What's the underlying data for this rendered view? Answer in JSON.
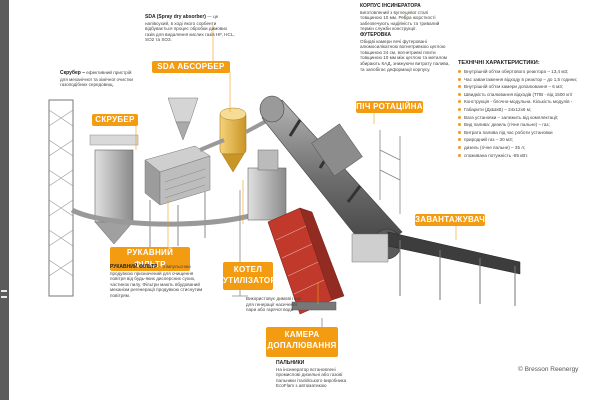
{
  "labels": {
    "scrubber": "СКРУБЕР",
    "sda": "SDA АБСОРБЕР",
    "rotary_kiln": "ПІЧ РОТАЦІЙНА",
    "bag_filter": "РУКАВНИЙ ФІЛЬТР",
    "boiler_line1": "КОТЕЛ",
    "boiler_line2": "УТИЛІЗАТОР",
    "loader": "ЗАВАНТАЖУВАЧ",
    "chamber_line1": "КАМЕРА",
    "chamber_line2": "ДОПАЛЮВАННЯ"
  },
  "notes": {
    "sda_title": "SDA (Spray dry absorber)",
    "sda_body": "— це напівсухий, в ході якого сорбенти відбувається процес обробки димових газів для видалення кислих газів HF, HCL, SO2 та SO3.",
    "scrubber_title": "Скрубер –",
    "scrubber_body": "ефективний пристрій для механічної та хімічної очистки газоподібних середовищ.",
    "shell_title": "КОРПУС ІНСИНЕРАТОРА",
    "shell_body": "виготовлений з вуглецевої сталі товщиною 10 мм. Ребра жорсткості забезпечують надійність та тривалий термін служби конструкції.",
    "lining_title": "ФУТЕРОВКА",
    "lining_body": "Обидві камери печі футеровані алюмосилікатною вогнетривкою цеглою товщиною 24 см, вогнетривкі плити товщиною 10 мм між цеглою та металом збирають КАД, знижуючи витрату палива, та запобігає деформації корпусу.",
    "bag_title": "РУКАВНИЙ ФІЛЬТР",
    "bag_body": "– з імпульсною продувкою призначений для очищення повітря від будь-яких дисперсних сухих, частинок пилу. Фільтри мають вбудований механізм регенерації продувкою стиснутим повітрям.",
    "boiler_body": "Використовує димові гази для генерації насиченої пари або гарячої води",
    "burners_title": "ПАЛЬНИКИ",
    "burners_body": "На інсинератор встановлені промислові дизельні або газові пальники італійського виробника EcoFlam з автоматикою"
  },
  "specs": {
    "title": "ТЕХНІЧНІ ХАРАКТЕРИСТИКИ:",
    "items": [
      "Внутрішній об'єм обертового реактора – 13,4 м3;",
      "Час завантаження відходу в реактор – до 1,5 години;",
      "Внутрішній об'єм камери допалювання – 6 м3;",
      "Швидкість спалювання відходів (ТПВ - від 1500 кг/г",
      "Конструкція - блочно-модульна. Кількість модулів -",
      "Габарити (ДхШхВ) – 24x12x6 м;",
      "Вага установки – залежить від комплектації;",
      "Вид палива: дизель (гічне пальне) – газ;",
      "Витрата палива під час роботи установки",
      "природний газ – 30 м3;",
      "дизель (гічне пальне) – 35 л;",
      "споживана потужність -85 кВт."
    ]
  },
  "copyright": "© Bresson Reenergy",
  "colors": {
    "accent": "#f39c12",
    "structure": "#7a7a7a",
    "kiln_red": "#c0392b",
    "dark": "#444444"
  }
}
